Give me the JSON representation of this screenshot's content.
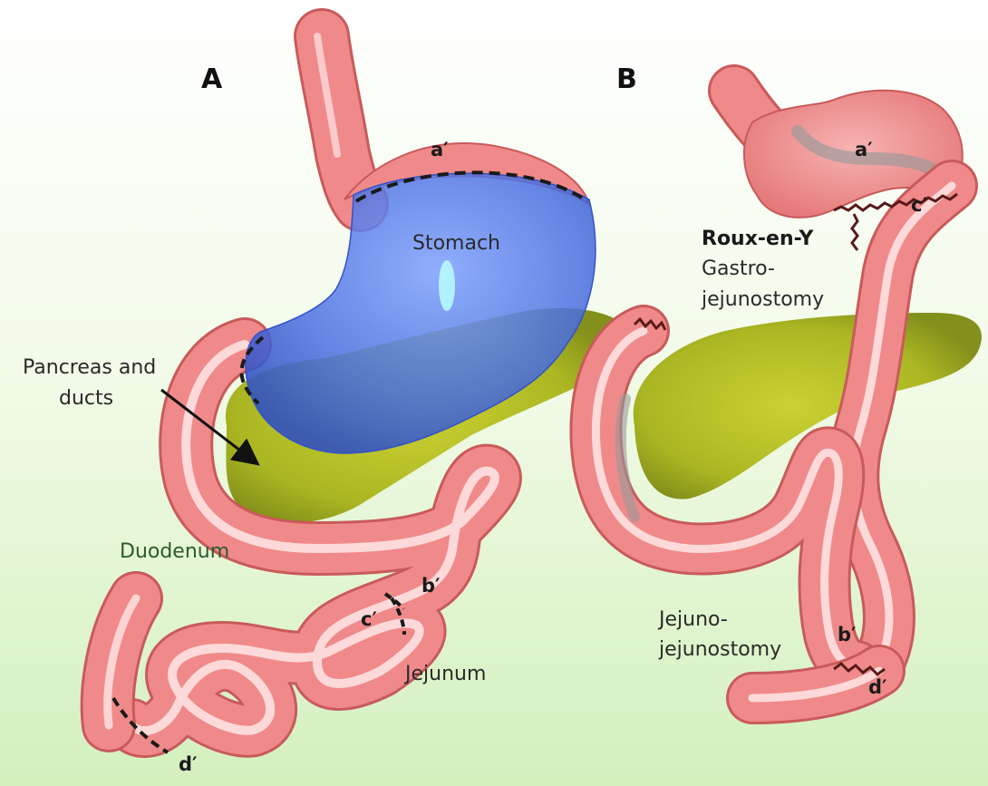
{
  "panels": {
    "a": {
      "letter": "A"
    },
    "b": {
      "letter": "B"
    }
  },
  "labels": {
    "stomach": "Stomach",
    "pancreas_line1": "Pancreas and",
    "pancreas_line2": "ducts",
    "duodenum": "Duodenum",
    "jejunum": "Jejunum",
    "roux_line1": "Roux-en-Y",
    "roux_line2": "Gastro-",
    "roux_line3": "jejunostomy",
    "jj_line1": "Jejuno-",
    "jj_line2": "jejunostomy"
  },
  "markers": {
    "a_prime_left": "a′",
    "b_prime_left": "b′",
    "c_prime_left": "c′",
    "d_prime_left": "d′",
    "a_prime_right": "a′",
    "b_prime_right": "b′",
    "c_prime_right": "c′",
    "d_prime_right": "d′"
  },
  "colors": {
    "background_top": "#ffffff",
    "background_bottom": "#d8f2c2",
    "intestine": "#f08a8a",
    "intestine_highlight": "#ffe6e6",
    "intestine_edge": "#c95a5a",
    "stomach": "#4a6fe0",
    "pancreas": "#b8c21c",
    "suture": "#1a1a1a"
  }
}
